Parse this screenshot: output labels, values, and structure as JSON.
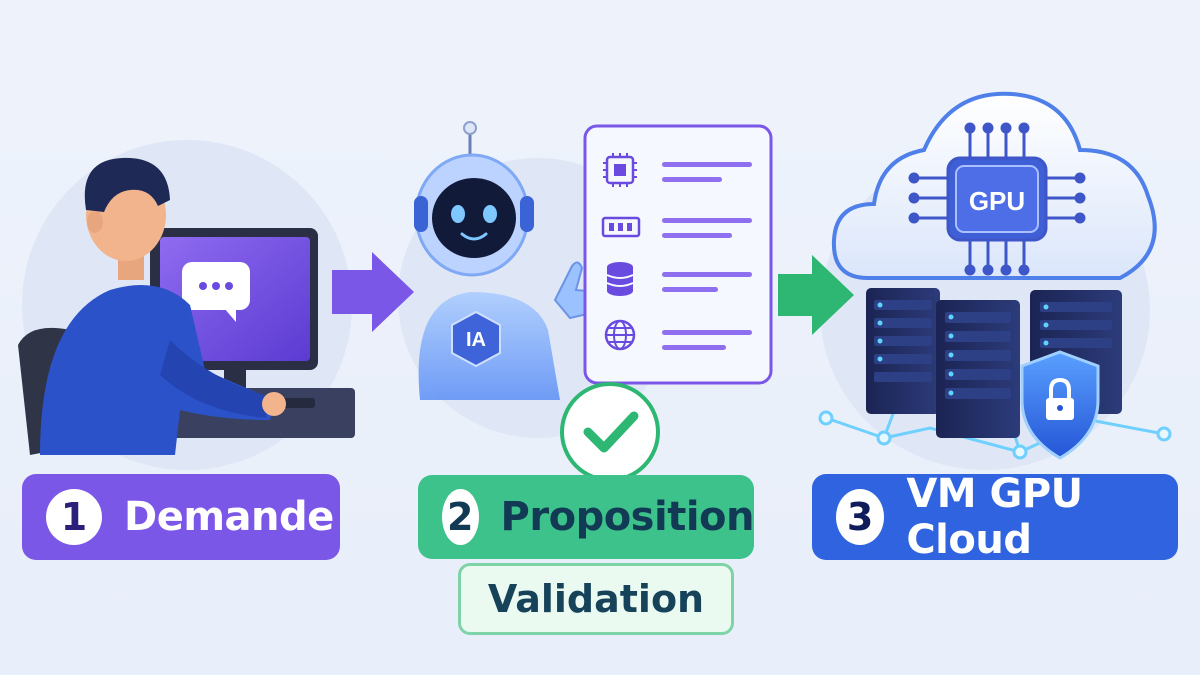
{
  "steps": [
    {
      "number": "1",
      "label": "Demande",
      "color": "#7b57e8",
      "text_color": "#2a1f7a"
    },
    {
      "number": "2",
      "label": "Proposition",
      "sublabel": "Validation",
      "color": "#3cc28a",
      "text_color": "#123a55"
    },
    {
      "number": "3",
      "label": "VM GPU Cloud",
      "color": "#2f63e0",
      "text_color": "#0f1e5a"
    }
  ],
  "robot": {
    "badge": "IA"
  },
  "cloud": {
    "chip_label": "GPU"
  },
  "colors": {
    "accent_purple": "#7b57e8",
    "accent_green": "#2eb773",
    "accent_blue": "#2f63e0"
  }
}
